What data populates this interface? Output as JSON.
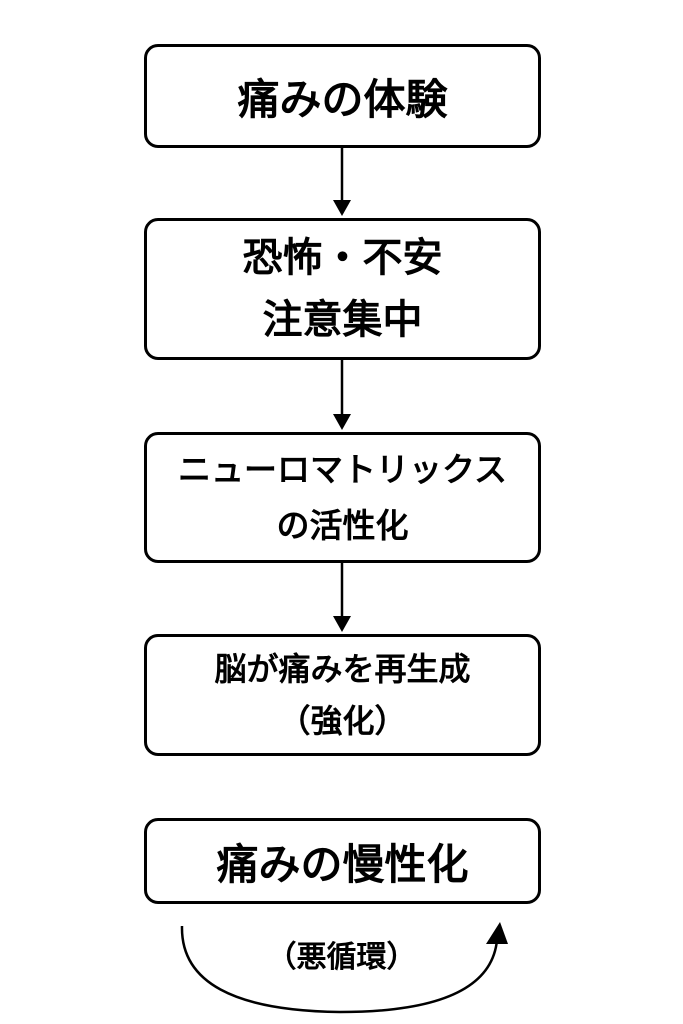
{
  "flow": {
    "steps": [
      {
        "lines": [
          "痛みの体験"
        ]
      },
      {
        "lines": [
          "恐怖・不安",
          "注意集中"
        ]
      },
      {
        "lines": [
          "ニューロマトリックス",
          "の活性化"
        ]
      },
      {
        "lines": [
          "脳が痛みを再生成",
          "（強化）"
        ]
      },
      {
        "lines": [
          "痛みの慢性化"
        ]
      }
    ],
    "cycle_label": "（悪循環）"
  },
  "colors": {
    "line": "#000000",
    "background": "#ffffff"
  }
}
